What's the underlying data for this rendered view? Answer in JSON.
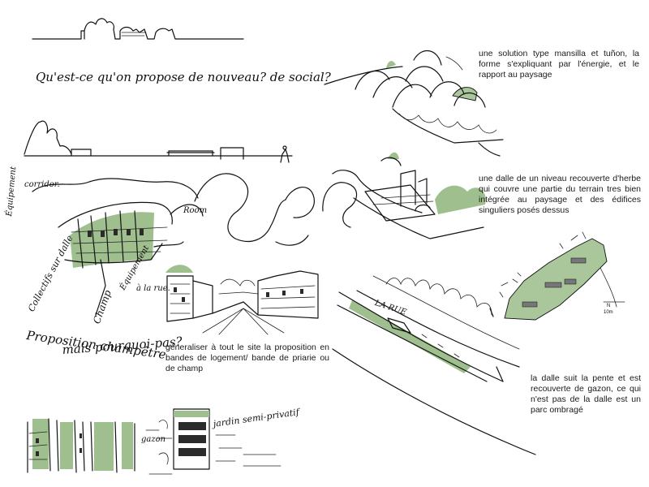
{
  "colors": {
    "ink": "#111111",
    "vegetation_green": "#a9c79a",
    "paper": "#ffffff"
  },
  "handwritten": {
    "question": "Qu'est-ce qu'on propose de nouveau? de social?",
    "label_corridor": "corridor.",
    "label_equipement": "Équipement",
    "label_collectifs": "Collectifs sur dalle",
    "label_champ": "Champ",
    "label_rue": "à la rue.",
    "label_equipement2": "Équipement",
    "label_roon": "Room",
    "proposition": "Proposition champêtre",
    "question2": "mais pourquoi-pas?",
    "la_rue": "LA RUE",
    "jardin": "jardin semi-privatif",
    "gazon": "gazon"
  },
  "notes": {
    "mansilla": "une solution type mansilla et tuñon, la forme s'expliquant par l'énergie, et le rapport au paysage",
    "dalle": "une dalle de un niveau recouverte d'herbe qui couvre une partie du terrain tres bien intégrée au paysage et des édifices singuliers posés dessus",
    "generaliser": "géneraliser à tout le site la proposition en bandes de logement/ bande de priarie ou de champ",
    "pente": "la dalle suit la pente et est recouverte de gazon, ce qui n'est pas de la dalle est un parc ombragé"
  },
  "map": {
    "north_label": "N",
    "scale_label": "10m"
  }
}
